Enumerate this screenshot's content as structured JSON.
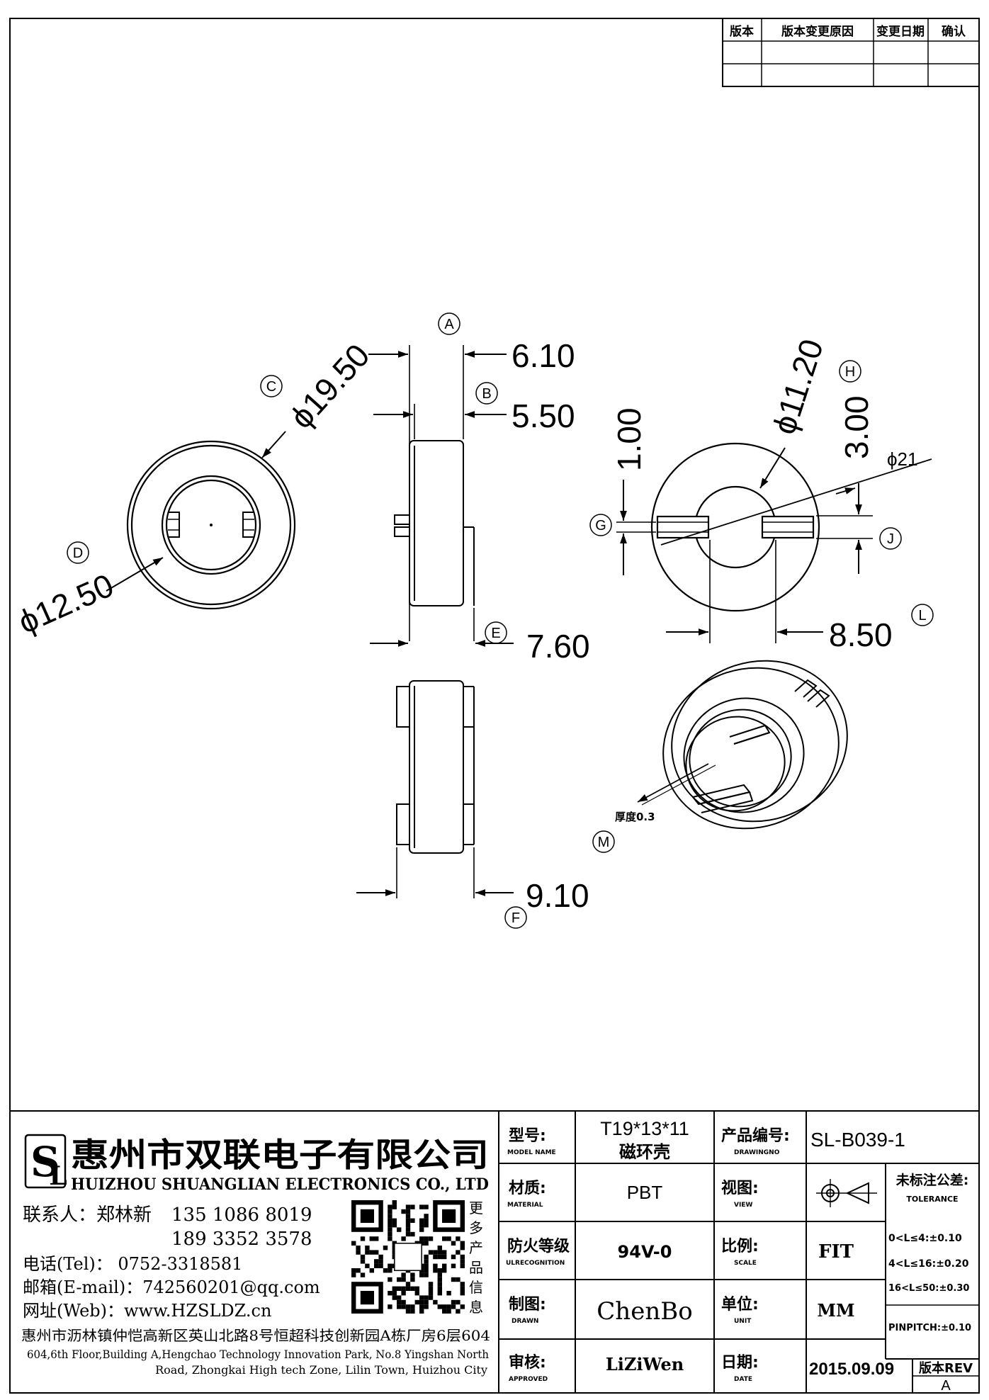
{
  "revision_table": {
    "headers": [
      "版本",
      "版本变更原因",
      "变更日期",
      "确认"
    ]
  },
  "dimensions": {
    "A": {
      "tag": "A",
      "value": "6.10"
    },
    "B": {
      "tag": "B",
      "value": "5.50"
    },
    "C": {
      "tag": "C",
      "value": "ϕ19.50"
    },
    "D": {
      "tag": "D",
      "value": "ϕ12.50"
    },
    "E": {
      "tag": "E",
      "value": "7.60"
    },
    "F": {
      "tag": "F",
      "value": "9.10"
    },
    "G": {
      "tag": "G",
      "value": "1.00"
    },
    "H": {
      "tag": "H",
      "value": "ϕ11.20"
    },
    "J": {
      "tag": "J",
      "value": "3.00"
    },
    "L": {
      "tag": "L",
      "value": "8.50"
    },
    "M": {
      "tag": "M",
      "note": "厚度0.3"
    },
    "phi21": "ϕ21"
  },
  "company": {
    "name_cn": "惠州市双联电子有限公司",
    "name_en": "HUIZHOU SHUANGLIAN ELECTRONICS CO., LTD",
    "contact_label": "联系人：郑林新",
    "phone1": "135 1086 8019",
    "phone2": "189 3352 3578",
    "tel": "电话(Tel)： 0752-3318581",
    "email": "邮箱(E-mail)：742560201@qq.com",
    "web": "网址(Web)：www.HZSLDZ.cn",
    "address_cn": "惠州市沥林镇仲恺高新区英山北路8号恒超科技创新园A栋厂房6层604",
    "address_en_1": "604,6th Floor,Building A,Hengchao Technology Innovation Park, No.8 Yingshan North",
    "address_en_2": "Road, Zhongkai High tech Zone, Lilin Town, Huizhou City",
    "qr_side_text": [
      "更",
      "多",
      "产",
      "品",
      "信",
      "息"
    ]
  },
  "title_block": {
    "model_label": "型号:",
    "model_label_en": "MODEL NAME",
    "model_value_1": "T19*13*11",
    "model_value_2": "磁环壳",
    "drawing_no_label": "产品编号:",
    "drawing_no_label_en": "DRAWINGNO",
    "drawing_no_value": "SL-B039-1",
    "material_label": "材质:",
    "material_label_en": "MATERIAL",
    "material_value": "PBT",
    "view_label": "视图:",
    "view_label_en": "VIEW",
    "fire_label": "防火等级",
    "fire_label_en": "ULRECOGNITION",
    "fire_value": "94V-0",
    "scale_label": "比例:",
    "scale_label_en": "SCALE",
    "scale_value": "FIT",
    "drawn_label": "制图:",
    "drawn_label_en": "DRAWN",
    "drawn_value": "ChenBo",
    "unit_label": "单位:",
    "unit_label_en": "UNIT",
    "unit_value": "MM",
    "approved_label": "审核:",
    "approved_label_en": "APPROVED",
    "approved_value": "LiZiWen",
    "date_label": "日期:",
    "date_label_en": "DATE",
    "date_value": "2015.09.09",
    "rev_label": "版本REV",
    "rev_value": "A",
    "tolerance_title": "未标注公差:",
    "tolerance_title_en": "TOLERANCE",
    "tolerance_rows": [
      "0<L≤4:±0.10",
      "4<L≤16:±0.20",
      "16<L≤50:±0.30",
      "PINPITCH:±0.10"
    ]
  }
}
